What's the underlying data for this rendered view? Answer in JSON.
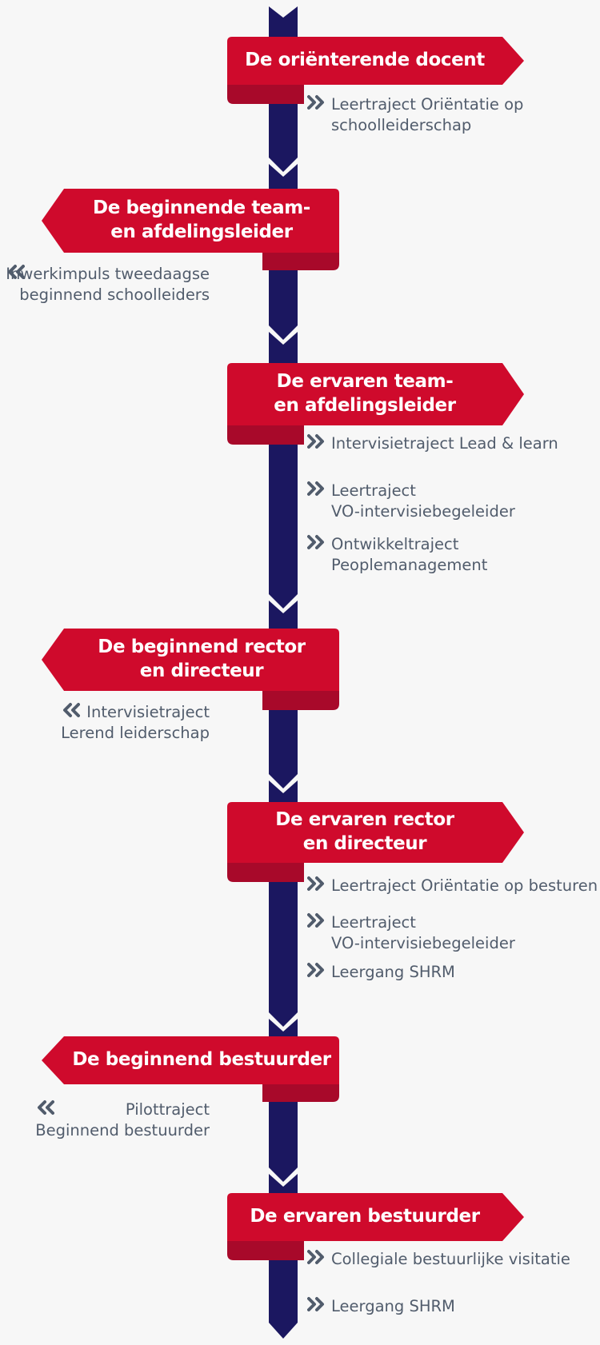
{
  "colors": {
    "background": "#f7f7f7",
    "spine": "#1b1760",
    "banner": "#cf0a2c",
    "banner_fold": "#a8092a",
    "text": "#515c6c"
  },
  "stages": [
    {
      "title_lines": [
        "De oriënterende docent"
      ],
      "items": [
        {
          "lines": [
            "Leertraject Oriëntatie op",
            "schoolleiderschap"
          ]
        }
      ]
    },
    {
      "title_lines": [
        "De beginnende team-",
        "en afdelingsleider"
      ],
      "items": [
        {
          "lines": [
            "Inwerkimpuls tweedaagse",
            "beginnend schoolleiders"
          ]
        }
      ]
    },
    {
      "title_lines": [
        "De ervaren team-",
        "en afdelingsleider"
      ],
      "items": [
        {
          "lines": [
            "Intervisietraject Lead & learn"
          ]
        },
        {
          "lines": [
            "Leertraject",
            "VO-intervisiebegeleider"
          ]
        },
        {
          "lines": [
            "Ontwikkeltraject",
            "Peoplemanagement"
          ]
        }
      ]
    },
    {
      "title_lines": [
        "De beginnend rector",
        "en directeur"
      ],
      "items": [
        {
          "lines": [
            "Intervisietraject",
            "Lerend leiderschap"
          ]
        }
      ]
    },
    {
      "title_lines": [
        "De ervaren rector",
        "en directeur"
      ],
      "items": [
        {
          "lines": [
            "Leertraject Oriëntatie op besturen"
          ]
        },
        {
          "lines": [
            "Leertraject",
            "VO-intervisiebegeleider"
          ]
        },
        {
          "lines": [
            "Leergang SHRM"
          ]
        }
      ]
    },
    {
      "title_lines": [
        "De beginnend bestuurder"
      ],
      "items": [
        {
          "lines": [
            "Pilottraject",
            "Beginnend bestuurder"
          ]
        }
      ]
    },
    {
      "title_lines": [
        "De ervaren bestuurder"
      ],
      "items": [
        {
          "lines": [
            "Collegiale bestuurlijke visitatie"
          ]
        },
        {
          "lines": [
            "Leergang SHRM"
          ]
        }
      ]
    }
  ]
}
